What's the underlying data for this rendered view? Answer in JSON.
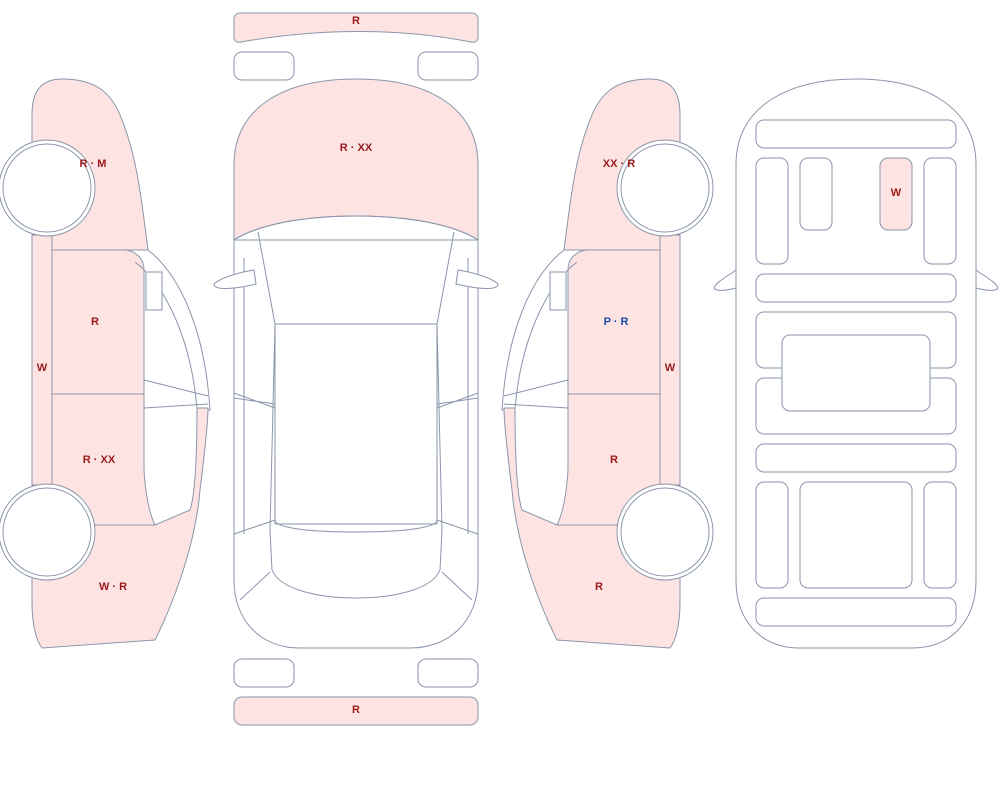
{
  "colors": {
    "outline": "#8a96ab",
    "damaged_fill": "#fde3e2",
    "code_red": "#9a1a1a",
    "code_blue": "#1a4aa8"
  },
  "labels": {
    "rear_bumper": "R",
    "hood": "R · XX",
    "front_bumper": "R",
    "left_front_fender": "R · M",
    "left_front_door": "R",
    "left_rocker": "W",
    "left_rear_door": "R · XX",
    "left_quarter": "W · R",
    "right_front_fender": "XX · R",
    "right_front_door_a": "P",
    "right_front_door_sep": " · ",
    "right_front_door_b": "R",
    "right_rocker": "W",
    "right_rear_door": "R",
    "right_quarter": "R",
    "floor_panel": "W"
  }
}
